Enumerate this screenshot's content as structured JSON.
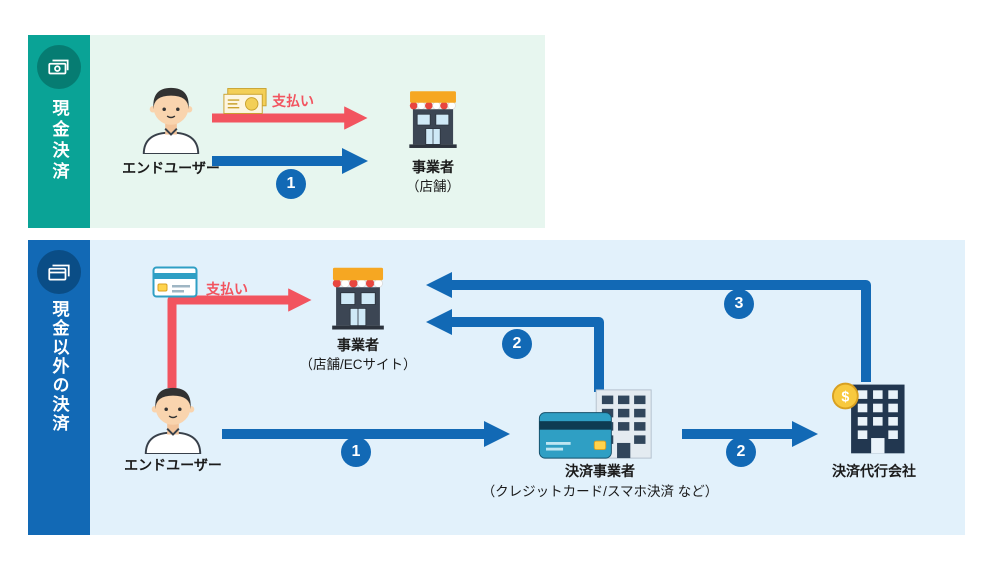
{
  "colors": {
    "teal": "#0aa396",
    "teal_dark": "#067c72",
    "panel_cash_bg": "#e7f6ef",
    "blue": "#1269b5",
    "blue_dark": "#0a4d86",
    "panel_noncash_bg": "#e2f1fb",
    "red": "#f2545f",
    "badge": "#1269b5",
    "ink": "#1b1b1b"
  },
  "cash_panel": {
    "side_label": "現金決済",
    "end_user_label": "エンドユーザー",
    "payment_label": "支払い",
    "merchant_label": "事業者",
    "merchant_sub": "（店舗）",
    "badge1": "1"
  },
  "noncash_panel": {
    "side_label": "現金以外の決済",
    "payment_label": "支払い",
    "end_user_label": "エンドユーザー",
    "merchant_label": "事業者",
    "merchant_sub": "（店舗/ECサイト）",
    "psp_label": "決済事業者",
    "psp_sub": "（クレジットカード/スマホ決済 など）",
    "acquirer_label": "決済代行会社",
    "badge1": "1",
    "badge2_merchant": "2",
    "badge2_acquirer": "2",
    "badge3": "3"
  }
}
